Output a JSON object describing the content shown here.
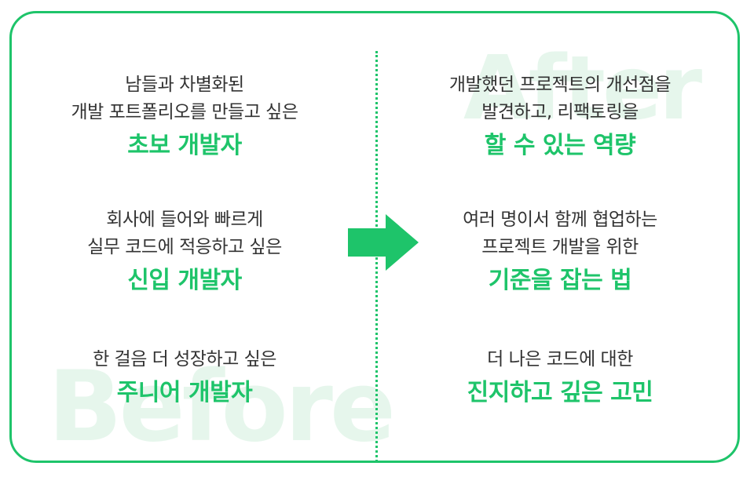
{
  "watermarks": {
    "before": "Before",
    "after": "After"
  },
  "colors": {
    "accent": "#1ec46a",
    "text": "#333333",
    "watermark": "#e6f6ec"
  },
  "icons": {
    "arrow": "arrow-right-icon"
  },
  "before": {
    "items": [
      {
        "lines": [
          "남들과 차별화된",
          "개발 포트폴리오를 만들고 싶은"
        ],
        "highlight": "초보 개발자"
      },
      {
        "lines": [
          "회사에 들어와 빠르게",
          "실무 코드에 적응하고 싶은"
        ],
        "highlight": "신입 개발자"
      },
      {
        "lines": [
          "한 걸음 더 성장하고 싶은"
        ],
        "highlight": "주니어 개발자"
      }
    ]
  },
  "after": {
    "items": [
      {
        "lines": [
          "개발했던 프로젝트의 개선점을",
          "발견하고, 리팩토링을"
        ],
        "highlight": "할 수 있는 역량"
      },
      {
        "lines": [
          "여러 명이서 함께 협업하는",
          "프로젝트 개발을 위한"
        ],
        "highlight": "기준을 잡는 법"
      },
      {
        "lines": [
          "더 나은 코드에 대한"
        ],
        "highlight": "진지하고 깊은 고민"
      }
    ]
  }
}
